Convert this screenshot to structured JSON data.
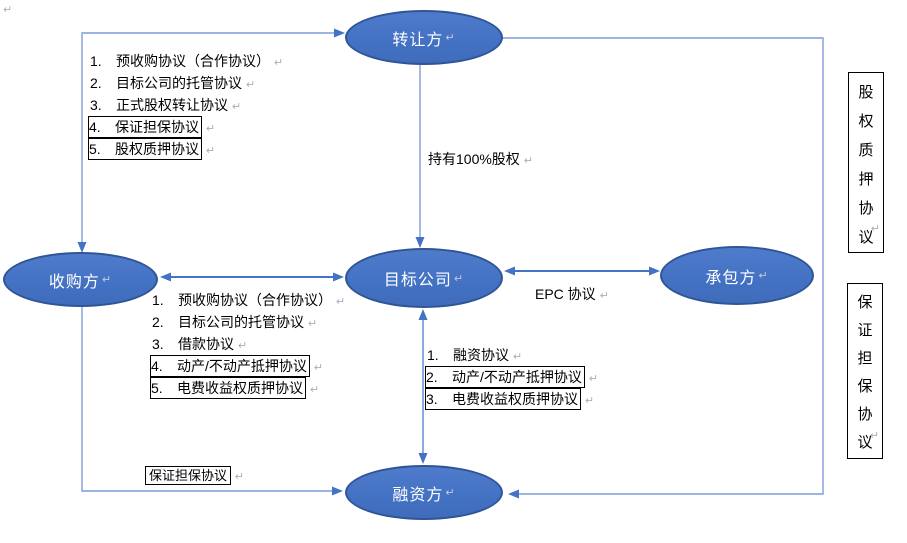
{
  "pilcrow": "↵",
  "nodes": {
    "transferor": "转让方",
    "acquirer": "收购方",
    "target": "目标公司",
    "contractor": "承包方",
    "financier": "融资方"
  },
  "edge_labels": {
    "holding": "持有100%股权",
    "epc": "EPC 协议",
    "guarantee_bottom": "保证担保协议"
  },
  "lists": {
    "top_left": {
      "items": [
        {
          "num": "1.",
          "text": "预收购协议（合作协议）",
          "boxed": false
        },
        {
          "num": "2.",
          "text": "目标公司的托管协议",
          "boxed": false
        },
        {
          "num": "3.",
          "text": "正式股权转让协议",
          "boxed": false
        },
        {
          "num": "4.",
          "text": "保证担保协议",
          "boxed": true
        },
        {
          "num": "5.",
          "text": "股权质押协议",
          "boxed": true
        }
      ]
    },
    "acquirer_target": {
      "items": [
        {
          "num": "1.",
          "text": "预收购协议（合作协议）",
          "boxed": false
        },
        {
          "num": "2.",
          "text": "目标公司的托管协议",
          "boxed": false
        },
        {
          "num": "3.",
          "text": "借款协议",
          "boxed": false
        },
        {
          "num": "4.",
          "text": "动产/不动产抵押协议",
          "boxed": true
        },
        {
          "num": "5.",
          "text": "电费收益权质押协议",
          "boxed": true
        }
      ]
    },
    "target_financier": {
      "items": [
        {
          "num": "1.",
          "text": "融资协议",
          "boxed": false
        },
        {
          "num": "2.",
          "text": "动产/不动产抵押协议",
          "boxed": true
        },
        {
          "num": "3.",
          "text": "电费收益权质押协议",
          "boxed": true
        }
      ]
    }
  },
  "side_boxes": {
    "pledge": "股权质押协议",
    "guarantee": "保证担保协议"
  },
  "colors": {
    "node_fill": "#4472C4",
    "node_border": "#2F5597",
    "connector_light": "#7F9CD9",
    "arrow": "#4472C4",
    "box_border": "#000000"
  }
}
